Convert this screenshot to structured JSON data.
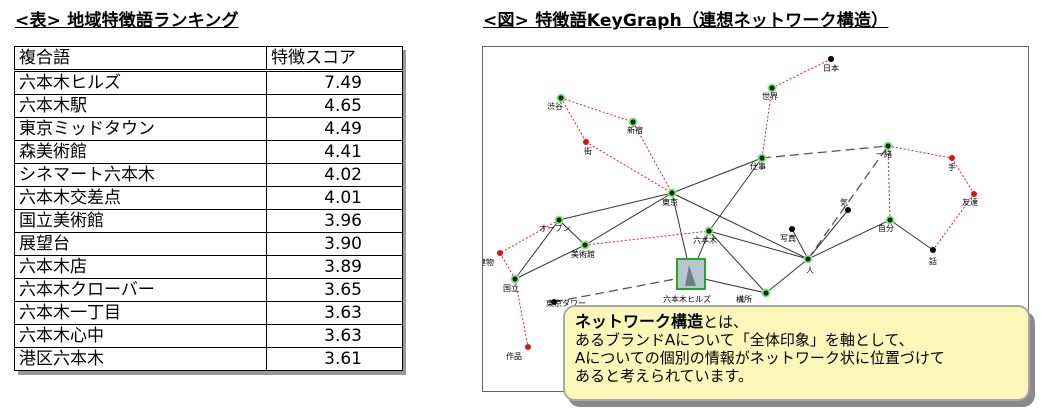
{
  "left_heading": "<表> 地域特徴語ランキング",
  "right_heading": "<図> 特徴語KeyGraph（連想ネットワーク構造）",
  "table": {
    "headers": [
      "複合語",
      "特徴スコア"
    ],
    "rows": [
      {
        "word": "六本木ヒルズ",
        "score": "7.49"
      },
      {
        "word": "六本木駅",
        "score": "4.65"
      },
      {
        "word": "東京ミッドタウン",
        "score": "4.49"
      },
      {
        "word": "森美術館",
        "score": "4.41"
      },
      {
        "word": "シネマート六本木",
        "score": "4.02"
      },
      {
        "word": "六本木交差点",
        "score": "4.01"
      },
      {
        "word": "国立美術館",
        "score": "3.96"
      },
      {
        "word": "展望台",
        "score": "3.90"
      },
      {
        "word": "六本木店",
        "score": "3.89"
      },
      {
        "word": "六本木クローバー",
        "score": "3.65"
      },
      {
        "word": "六本木一丁目",
        "score": "3.63"
      },
      {
        "word": "六本木心中",
        "score": "3.63"
      },
      {
        "word": "港区六本木",
        "score": "3.61"
      }
    ]
  },
  "graph": {
    "nodes": [
      {
        "id": "nihon",
        "label": "日本",
        "color": "black"
      },
      {
        "id": "shibuya",
        "label": "渋谷",
        "color": "green"
      },
      {
        "id": "sekai",
        "label": "世界",
        "color": "green"
      },
      {
        "id": "shinjuku",
        "label": "新宿",
        "color": "green"
      },
      {
        "id": "machi",
        "label": "街",
        "color": "red"
      },
      {
        "id": "shigoto",
        "label": "仕事",
        "color": "green"
      },
      {
        "id": "issho",
        "label": "一緒",
        "color": "green"
      },
      {
        "id": "te",
        "label": "手",
        "color": "red"
      },
      {
        "id": "tomodachi",
        "label": "友達",
        "color": "red"
      },
      {
        "id": "tokyo",
        "label": "東京",
        "color": "green"
      },
      {
        "id": "open",
        "label": "オープン",
        "color": "green"
      },
      {
        "id": "ki",
        "label": "気",
        "color": "black"
      },
      {
        "id": "jibun",
        "label": "自分",
        "color": "green"
      },
      {
        "id": "shashin",
        "label": "写真",
        "color": "black"
      },
      {
        "id": "roppongi",
        "label": "六本木",
        "color": "green"
      },
      {
        "id": "tatemono",
        "label": "建物",
        "color": "red"
      },
      {
        "id": "bijutsukan",
        "label": "美術館",
        "color": "green"
      },
      {
        "id": "hito",
        "label": "人",
        "color": "green"
      },
      {
        "id": "hanashi",
        "label": "話",
        "color": "black"
      },
      {
        "id": "kokuritsu",
        "label": "国立",
        "color": "green"
      },
      {
        "id": "hills",
        "label": "六本木ヒルズ",
        "color": "photo"
      },
      {
        "id": "tokyotower",
        "label": "東京タワー",
        "color": "black"
      },
      {
        "id": "baisho",
        "label": "構所",
        "color": "green"
      },
      {
        "id": "sakuhin",
        "label": "作品",
        "color": "red"
      }
    ]
  },
  "callout": {
    "title": "ネットワーク構造",
    "line1_suffix": "とは、",
    "line2": "あるブランドAについて「全体印象」を軸として、",
    "line3": "Aについての個別の情報がネットワーク状に位置づけて",
    "line4": "あると考えられています。"
  },
  "colors": {
    "node_green": "#22aa22",
    "node_red": "#e01010",
    "node_black": "#000000",
    "edge_red": "#e02020",
    "edge_gray": "#333333",
    "callout_bg": "#fbf7b9"
  }
}
